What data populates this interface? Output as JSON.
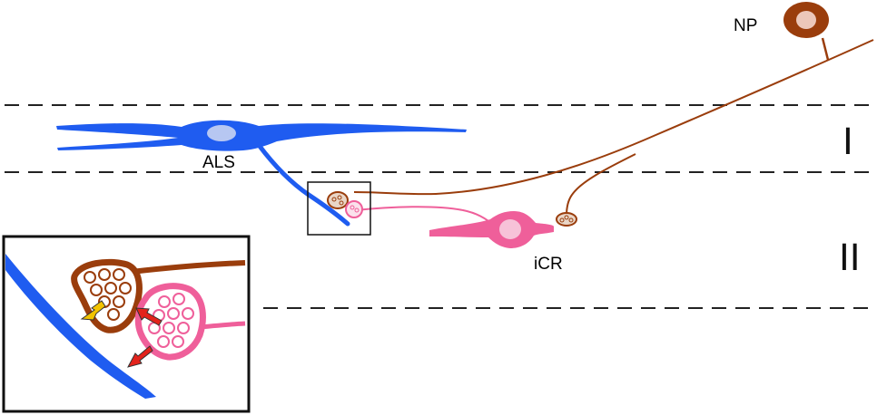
{
  "labels": {
    "np": "NP",
    "als": "ALS",
    "icr": "iCR",
    "layer_1": "I",
    "layer_2": "II"
  },
  "colors": {
    "als_blue": "#1f5cf0",
    "np_brown": "#9a3d0c",
    "icr_pink": "#ef5f9a",
    "arrow_red": "#e3231c",
    "arrow_yellow": "#f2c300",
    "line": "#222222"
  }
}
